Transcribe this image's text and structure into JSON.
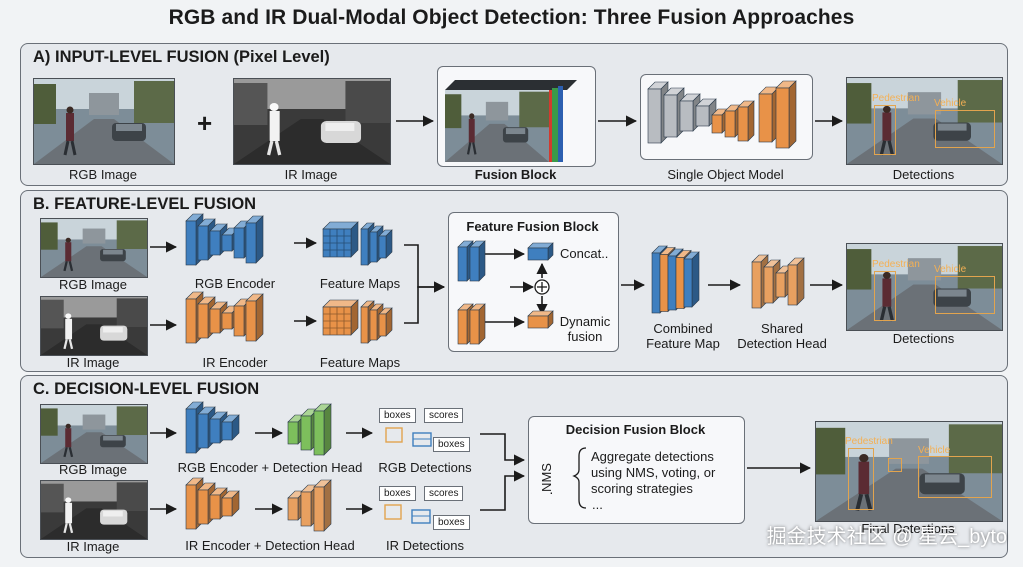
{
  "title": "RGB and IR Dual-Modal Object Detection: Three Fusion Approaches",
  "panels": {
    "a": {
      "title": "A) INPUT-LEVEL FUSION (Pixel Level)",
      "plus": "+",
      "rgb_label": "RGB Image",
      "ir_label": "IR Image",
      "fusion_label": "Fusion Block",
      "model_label": "Single Object Model",
      "detections_label": "Detections"
    },
    "b": {
      "title": "B. FEATURE-LEVEL FUSION",
      "rgb_label": "RGB Image",
      "ir_label": "IR Image",
      "rgb_encoder": "RGB Encoder",
      "ir_encoder": "IR Encoder",
      "feature_maps_rgb": "Feature Maps",
      "feature_maps_ir": "Feature Maps",
      "fusion_block_title": "Feature Fusion Block",
      "concat": "Concat..",
      "dynamic_fusion": "Dynamic fusion",
      "combined": "Combined Feature Map",
      "shared_head": "Shared Detection Head",
      "detections_label": "Detections"
    },
    "c": {
      "title": "C. DECISION-LEVEL FUSION",
      "rgb_label": "RGB Image",
      "ir_label": "IR Image",
      "rgb_encoder": "RGB Encoder + Detection Head",
      "ir_encoder": "IR Encoder + Detection Head",
      "boxes": "boxes",
      "scores": "scores",
      "rgb_detections": "RGB Detections",
      "ir_detections": "IR Detections",
      "decision_block_title": "Decision Fusion Block",
      "nms": "NMS",
      "nms_mark": "·",
      "description": "Aggregate detections using NMS, voting, or scoring strategies",
      "ellipsis": "...",
      "final_label": "Final Detections"
    }
  },
  "detection_labels": {
    "pedestrian": "Pedestrian",
    "vehicle": "Vehicle"
  },
  "watermark": "掘金技术社区 @ 星云_byto",
  "colors": {
    "rgb_encoder": "#3f7fbf",
    "ir_encoder": "#e89248",
    "det_head_green": "#7dbf5c",
    "det_head_orange": "#e8a060",
    "model_gray": "#b8bcc1",
    "detection_box": "#e2a44e"
  },
  "icons": [
    "arrow-icon",
    "plus-icon",
    "circle-plus-icon"
  ]
}
